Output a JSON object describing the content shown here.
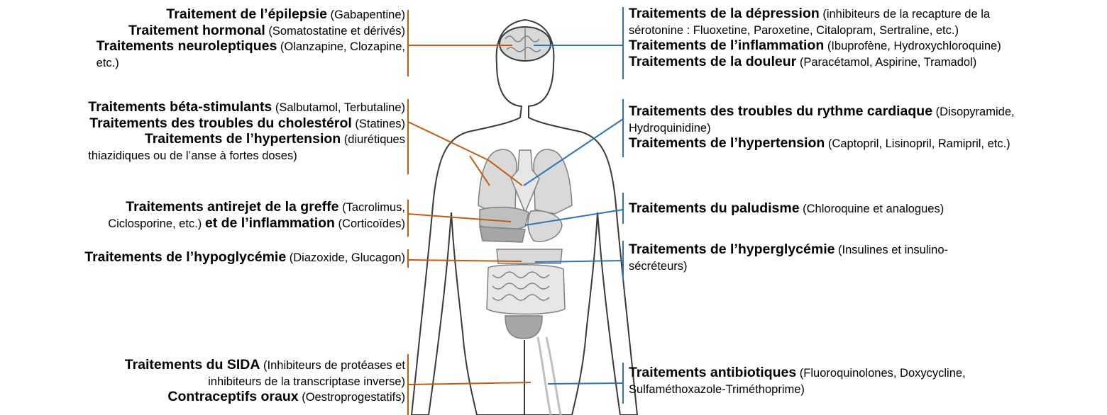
{
  "colors": {
    "left_connector": "#c55a11",
    "right_connector": "#2e75b6",
    "body_fill": "#ffffff",
    "organ_fill": "#d9d9d9",
    "organ_dark": "#a6a6a6",
    "outline": "#3a3a3a"
  },
  "left_groups": [
    {
      "id": "brain-left",
      "lines": [
        [
          {
            "b": "Traitement de l’épilepsie"
          },
          {
            "n": " (Gabapentine)"
          }
        ],
        [
          {
            "b": "Traitement hormonal"
          },
          {
            "n": " (Somatostatine et dérivés)"
          }
        ],
        [
          {
            "b": "Traitements neuroleptiques"
          },
          {
            "n": " (Olanzapine,  Clozapine,"
          }
        ],
        [
          {
            "n": "etc.)"
          }
        ]
      ]
    },
    {
      "id": "lungs-left",
      "lines": [
        [
          {
            "b": "Traitements béta-stimulants"
          },
          {
            "n": " (Salbutamol,  Terbutaline)"
          }
        ],
        [
          {
            "b": "Traitements des troubles du cholestérol"
          },
          {
            "n": " (Statines)"
          }
        ],
        [
          {
            "b": "Traitements de l’hypertension"
          },
          {
            "n": " (diurétiques"
          }
        ],
        [
          {
            "n": "thiazidiques  ou de l’anse  à fortes doses)"
          }
        ]
      ]
    },
    {
      "id": "liver-left",
      "lines": [
        [
          {
            "b": "Traitements antirejet de la greffe"
          },
          {
            "n": " (Tacrolimus,"
          }
        ],
        [
          {
            "n": "Ciclosporine, etc.) "
          },
          {
            "b": "et de l’inflammation"
          },
          {
            "n": "  (Corticoïdes)"
          }
        ]
      ]
    },
    {
      "id": "pancreas-left",
      "lines": [
        [
          {
            "b": "Traitements de l’hypoglycémie"
          },
          {
            "n": "  (Diazoxide, Glucagon)"
          }
        ]
      ]
    },
    {
      "id": "pelvis-left",
      "lines": [
        [
          {
            "b": "Traitements du SIDA"
          },
          {
            "n": " (Inhibiteurs  de protéases et"
          }
        ],
        [
          {
            "n": "inhibiteurs  de la transcriptase inverse)"
          }
        ],
        [
          {
            "b": "Contraceptifs oraux"
          },
          {
            "n": " (Oestroprogestatifs)"
          }
        ]
      ]
    }
  ],
  "right_groups": [
    {
      "id": "brain-right",
      "lines": [
        [
          {
            "b": "Traitements de la dépression"
          },
          {
            "n": " (inhibiteurs  de la recapture de la"
          }
        ],
        [
          {
            "n": "sérotonine : Fluoxetine,  Paroxetine,  Citalopram,  Sertraline, etc.)"
          }
        ],
        [
          {
            "b": "Traitements de l’inflammation"
          },
          {
            "n": "  (Ibuprofène, Hydroxychloroquine)"
          }
        ],
        [
          {
            "b": "Traitements de la douleur"
          },
          {
            "n": " (Paracétamol, Aspirine, Tramadol)"
          }
        ]
      ]
    },
    {
      "id": "heart-right",
      "lines": [
        [
          {
            "b": "Traitements des troubles du rythme cardiaque"
          },
          {
            "n": " (Disopyramide,"
          }
        ],
        [
          {
            "n": "Hydroquinidine)"
          }
        ],
        [
          {
            "b": "Traitements de l’hypertension"
          },
          {
            "n": " (Captopril,  Lisinopril,  Ramipril, etc.)"
          }
        ]
      ]
    },
    {
      "id": "liver-right",
      "lines": [
        [
          {
            "b": "Traitements du paludisme"
          },
          {
            "n": "  (Chloroquine  et analogues)"
          }
        ]
      ]
    },
    {
      "id": "pancreas-right",
      "lines": [
        [
          {
            "b": "Traitements de l’hyperglycémie"
          },
          {
            "n": "  (Insulines  et insulino-"
          }
        ],
        [
          {
            "n": "sécréteurs)"
          }
        ]
      ]
    },
    {
      "id": "vessels-right",
      "lines": [
        [
          {
            "b": "Traitements antibiotiques"
          },
          {
            "n": " (Fluoroquinolones,  Doxycycline,"
          }
        ],
        [
          {
            "n": "Sulfaméthoxazole-Triméthoprime)"
          }
        ]
      ]
    }
  ]
}
